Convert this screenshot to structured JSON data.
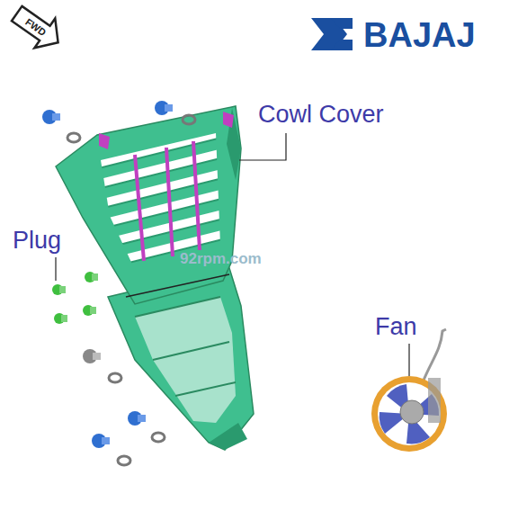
{
  "diagram": {
    "labels": [
      "FWD",
      "BAJAJ",
      "Cowl Cover",
      "92rpm.com",
      "Plug",
      "Fan"
    ]
  }
}
